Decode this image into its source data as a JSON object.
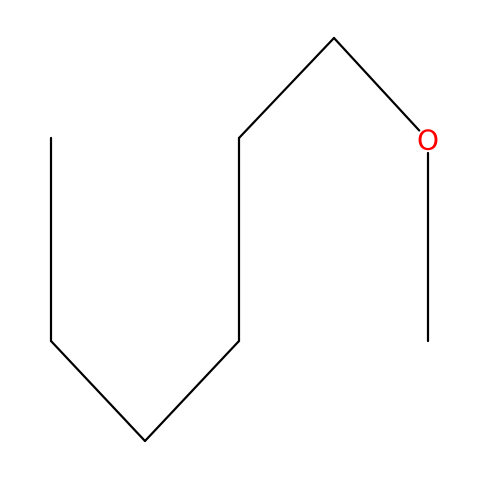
{
  "molecule": {
    "atoms": [
      {
        "id": "a1",
        "element": "C",
        "label": ""
      },
      {
        "id": "a2",
        "element": "C",
        "label": ""
      },
      {
        "id": "a3",
        "element": "C",
        "label": ""
      },
      {
        "id": "a4",
        "element": "C",
        "label": ""
      },
      {
        "id": "a5",
        "element": "C",
        "label": ""
      },
      {
        "id": "a6",
        "element": "C",
        "label": ""
      },
      {
        "id": "o1",
        "element": "O",
        "label": "O"
      },
      {
        "id": "a7",
        "element": "C",
        "label": ""
      }
    ],
    "bonds": [
      {
        "from": "a1",
        "to": "a2",
        "order": 1
      },
      {
        "from": "a2",
        "to": "a3",
        "order": 1
      },
      {
        "from": "a3",
        "to": "a4",
        "order": 1
      },
      {
        "from": "a4",
        "to": "a5",
        "order": 1
      },
      {
        "from": "a5",
        "to": "a6",
        "order": 1
      },
      {
        "from": "a6",
        "to": "o1",
        "order": 1
      },
      {
        "from": "o1",
        "to": "a7",
        "order": 1
      }
    ]
  },
  "colors": {
    "bond": "#000000",
    "oxygen": "#ff0000",
    "background": "#ffffff"
  }
}
